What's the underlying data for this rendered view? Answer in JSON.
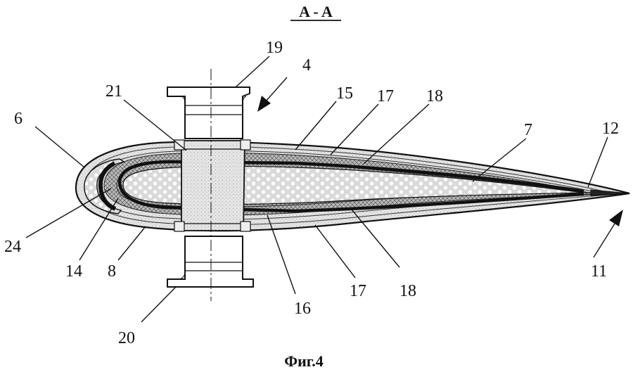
{
  "section_title": "A - A",
  "caption": "Фиг.4",
  "labels": {
    "l19": "19",
    "l4": "4",
    "l21": "21",
    "l15": "15",
    "l17a": "17",
    "l18a": "18",
    "l6": "6",
    "l7": "7",
    "l12": "12",
    "l24": "24",
    "l14": "14",
    "l8": "8",
    "l16": "16",
    "l17b": "17",
    "l18b": "18",
    "l11": "11",
    "l20": "20"
  }
}
